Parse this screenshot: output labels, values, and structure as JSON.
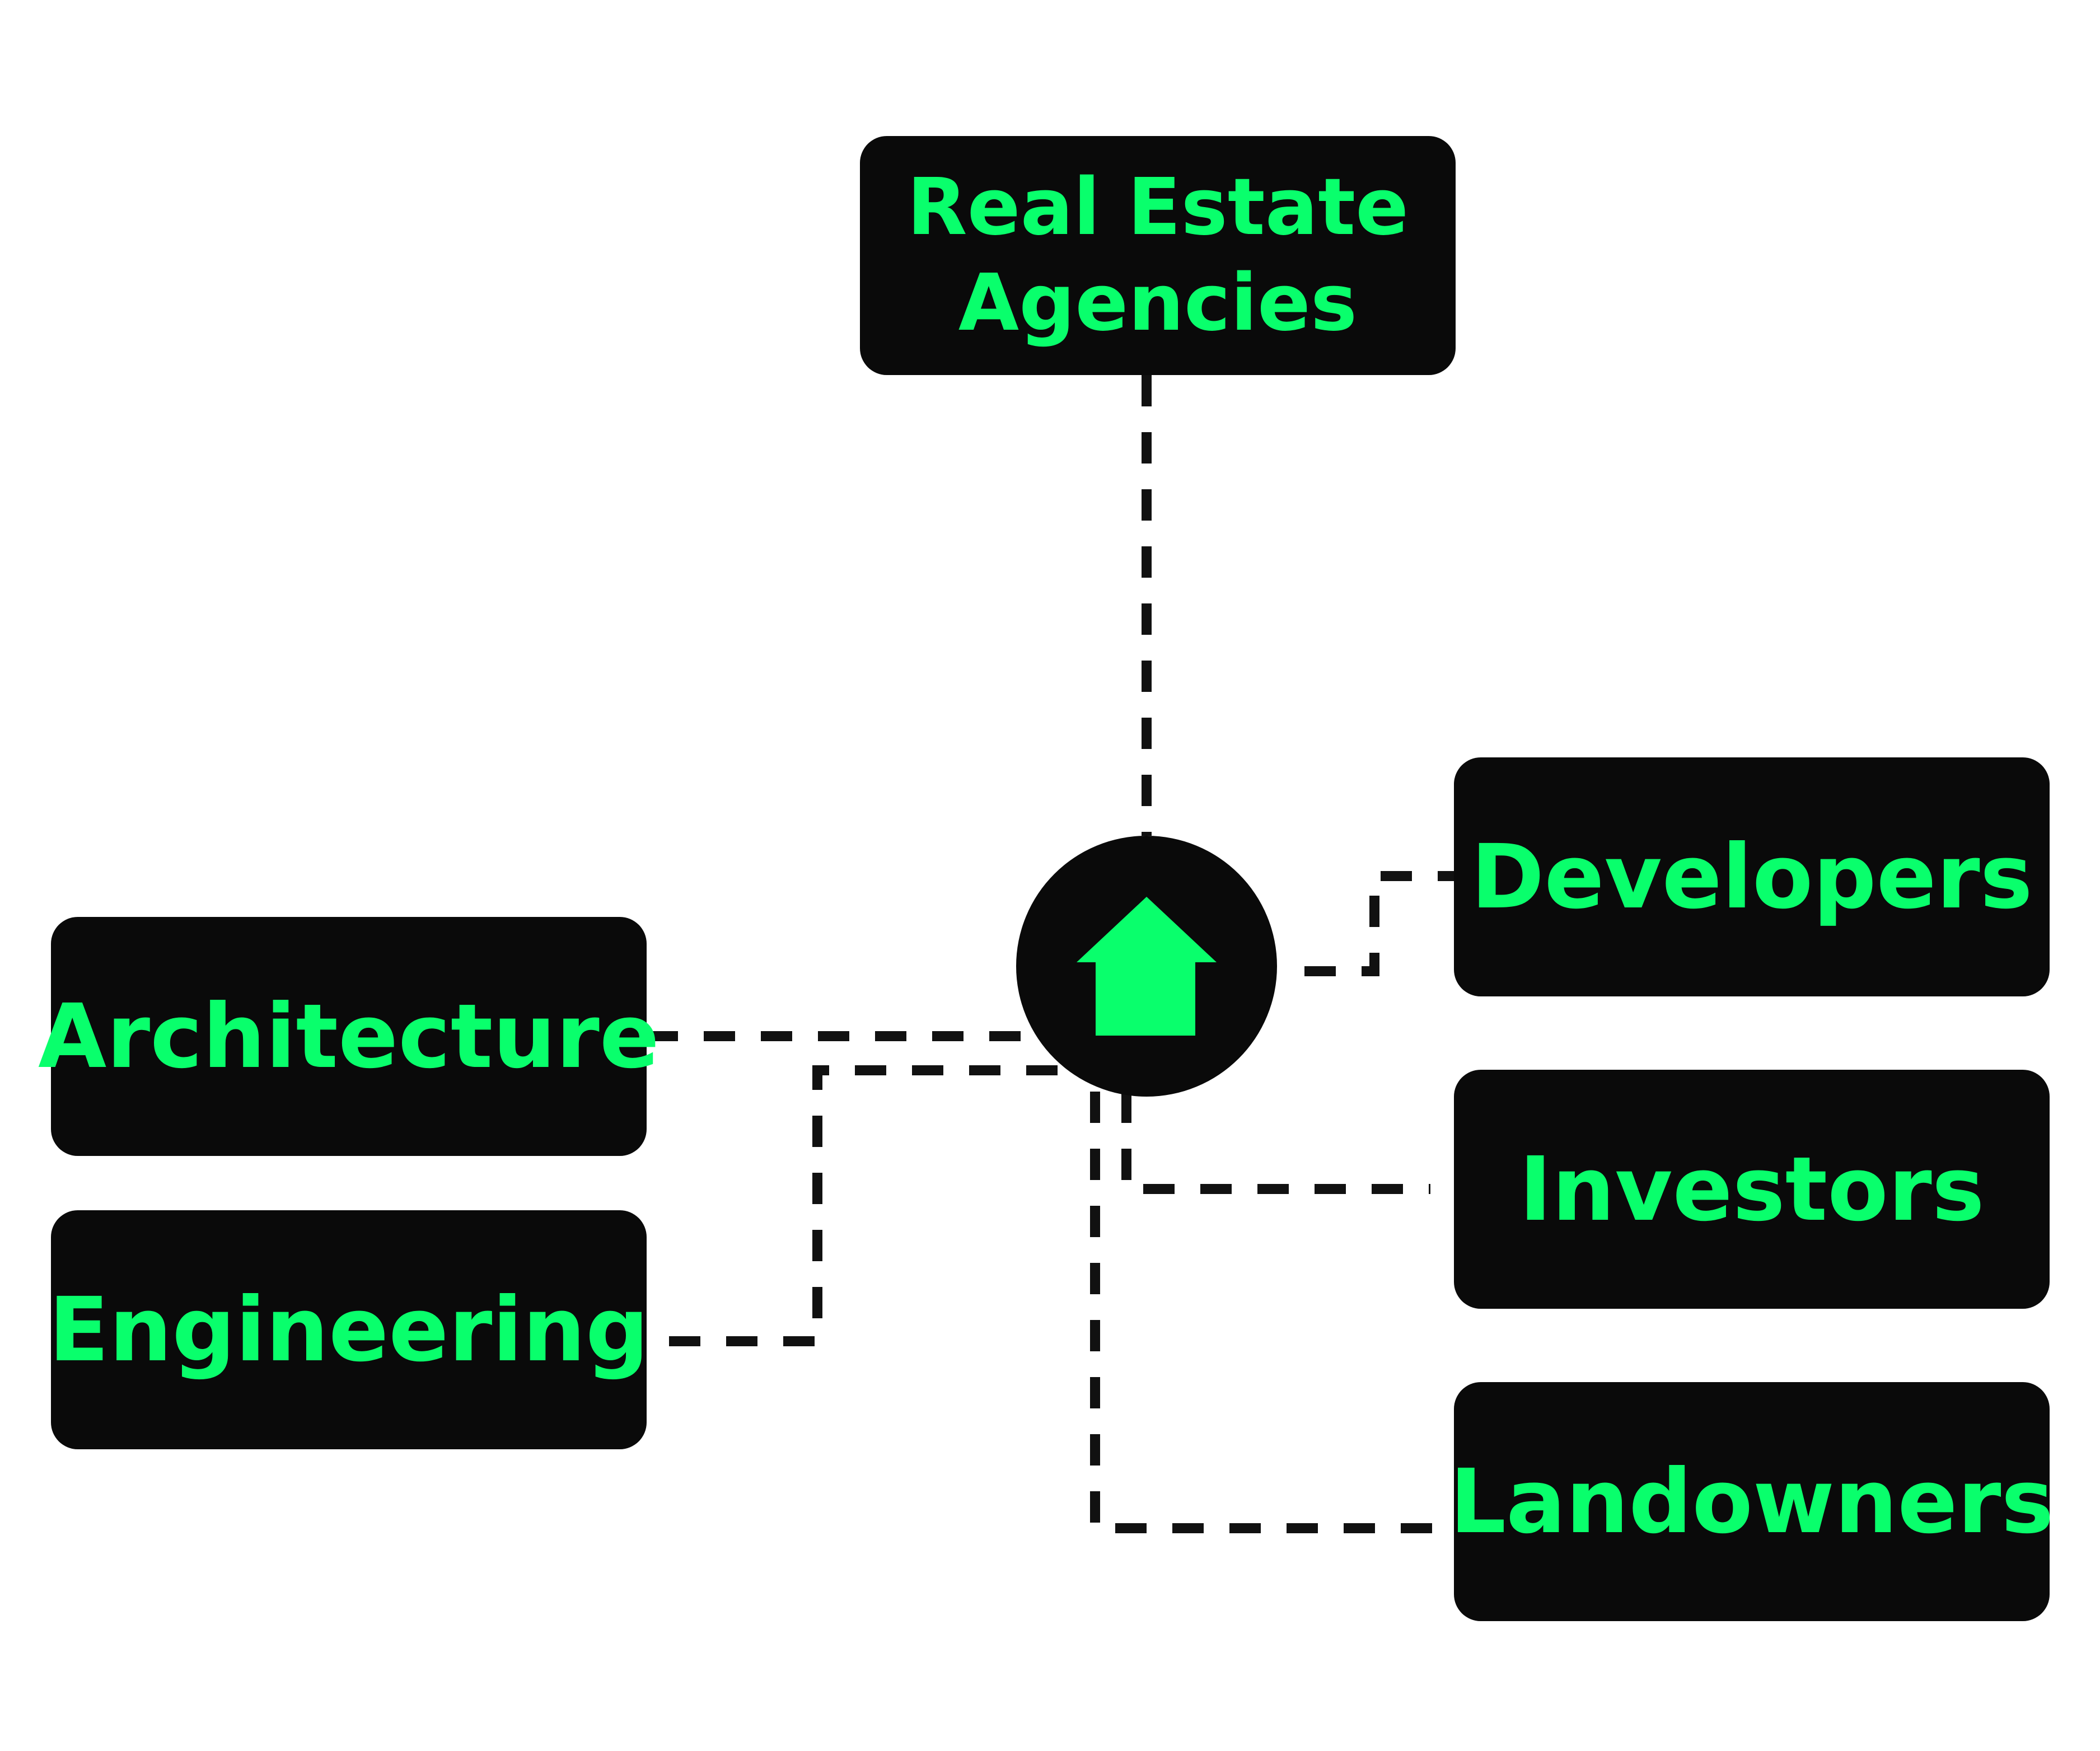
{
  "diagram": {
    "hub": {
      "icon": "house-icon",
      "color": "#09ff6c",
      "fill": "#0a0a0a"
    },
    "nodes": {
      "agencies": {
        "label": "Real Estate Agencies"
      },
      "architecture": {
        "label": "Architecture"
      },
      "engineering": {
        "label": "Engineering"
      },
      "developers": {
        "label": "Developers"
      },
      "investors": {
        "label": "Investors"
      },
      "landowners": {
        "label": "Landowners"
      }
    },
    "connector_style": "dashed",
    "colors": {
      "box": "#0a0a0a",
      "text": "#09ff6c",
      "connector": "#111111",
      "background": "#ffffff"
    }
  }
}
